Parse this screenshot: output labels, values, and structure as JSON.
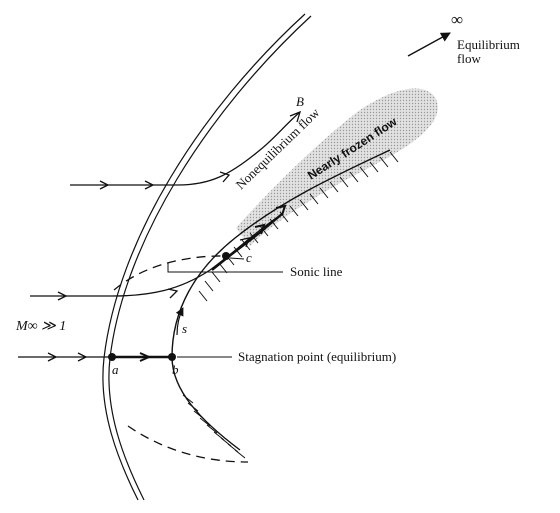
{
  "labels": {
    "infinity": "∞",
    "equilibrium_flow_line1": "Equilibrium",
    "equilibrium_flow_line2": "flow",
    "point_B": "B",
    "nonequilibrium_flow": "Nonequilibrium flow",
    "nearly_frozen_flow": "Nearly frozen flow",
    "point_c": "c",
    "sonic_line": "Sonic line",
    "freestream_mach": "M∞ ≫ 1",
    "point_s": "s",
    "point_a": "a",
    "point_b": "b",
    "stagnation_point": "Stagnation point (equilibrium)"
  },
  "colors": {
    "ink": "#111111",
    "frozen_region": "#c9c9c9",
    "background": "#ffffff"
  }
}
